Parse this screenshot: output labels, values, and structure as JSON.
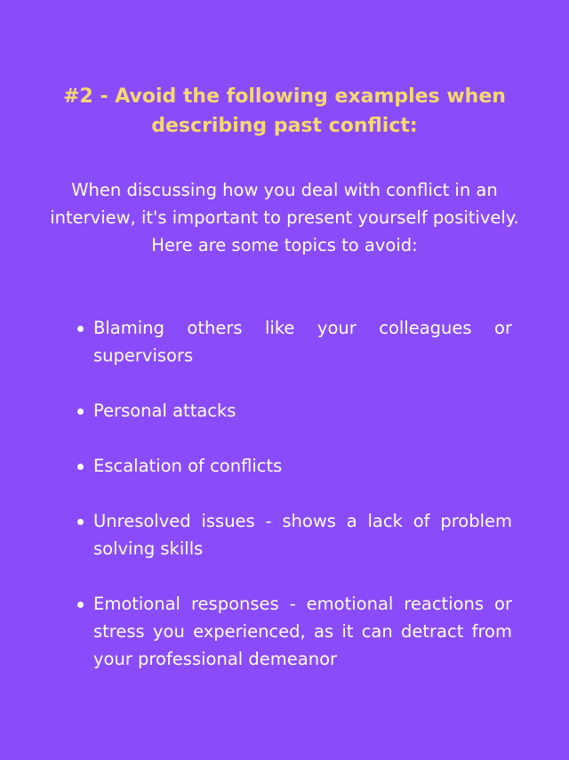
{
  "title": "#2 - Avoid the following examples when describing past conflict:",
  "intro": "When discussing how you deal with conflict in an interview, it's important to present yourself positively. Here are some topics to avoid:",
  "items": [
    "Blaming others like your colleagues or supervisors",
    "Personal attacks",
    "Escalation of conflicts",
    "Unresolved issues - shows a lack of problem solving skills",
    "Emotional responses - emotional reactions or stress you experienced, as it can detract from your professional demeanor"
  ],
  "colors": {
    "background": "#8a4cfa",
    "title": "#f6d86f",
    "text": "#ffffff"
  }
}
